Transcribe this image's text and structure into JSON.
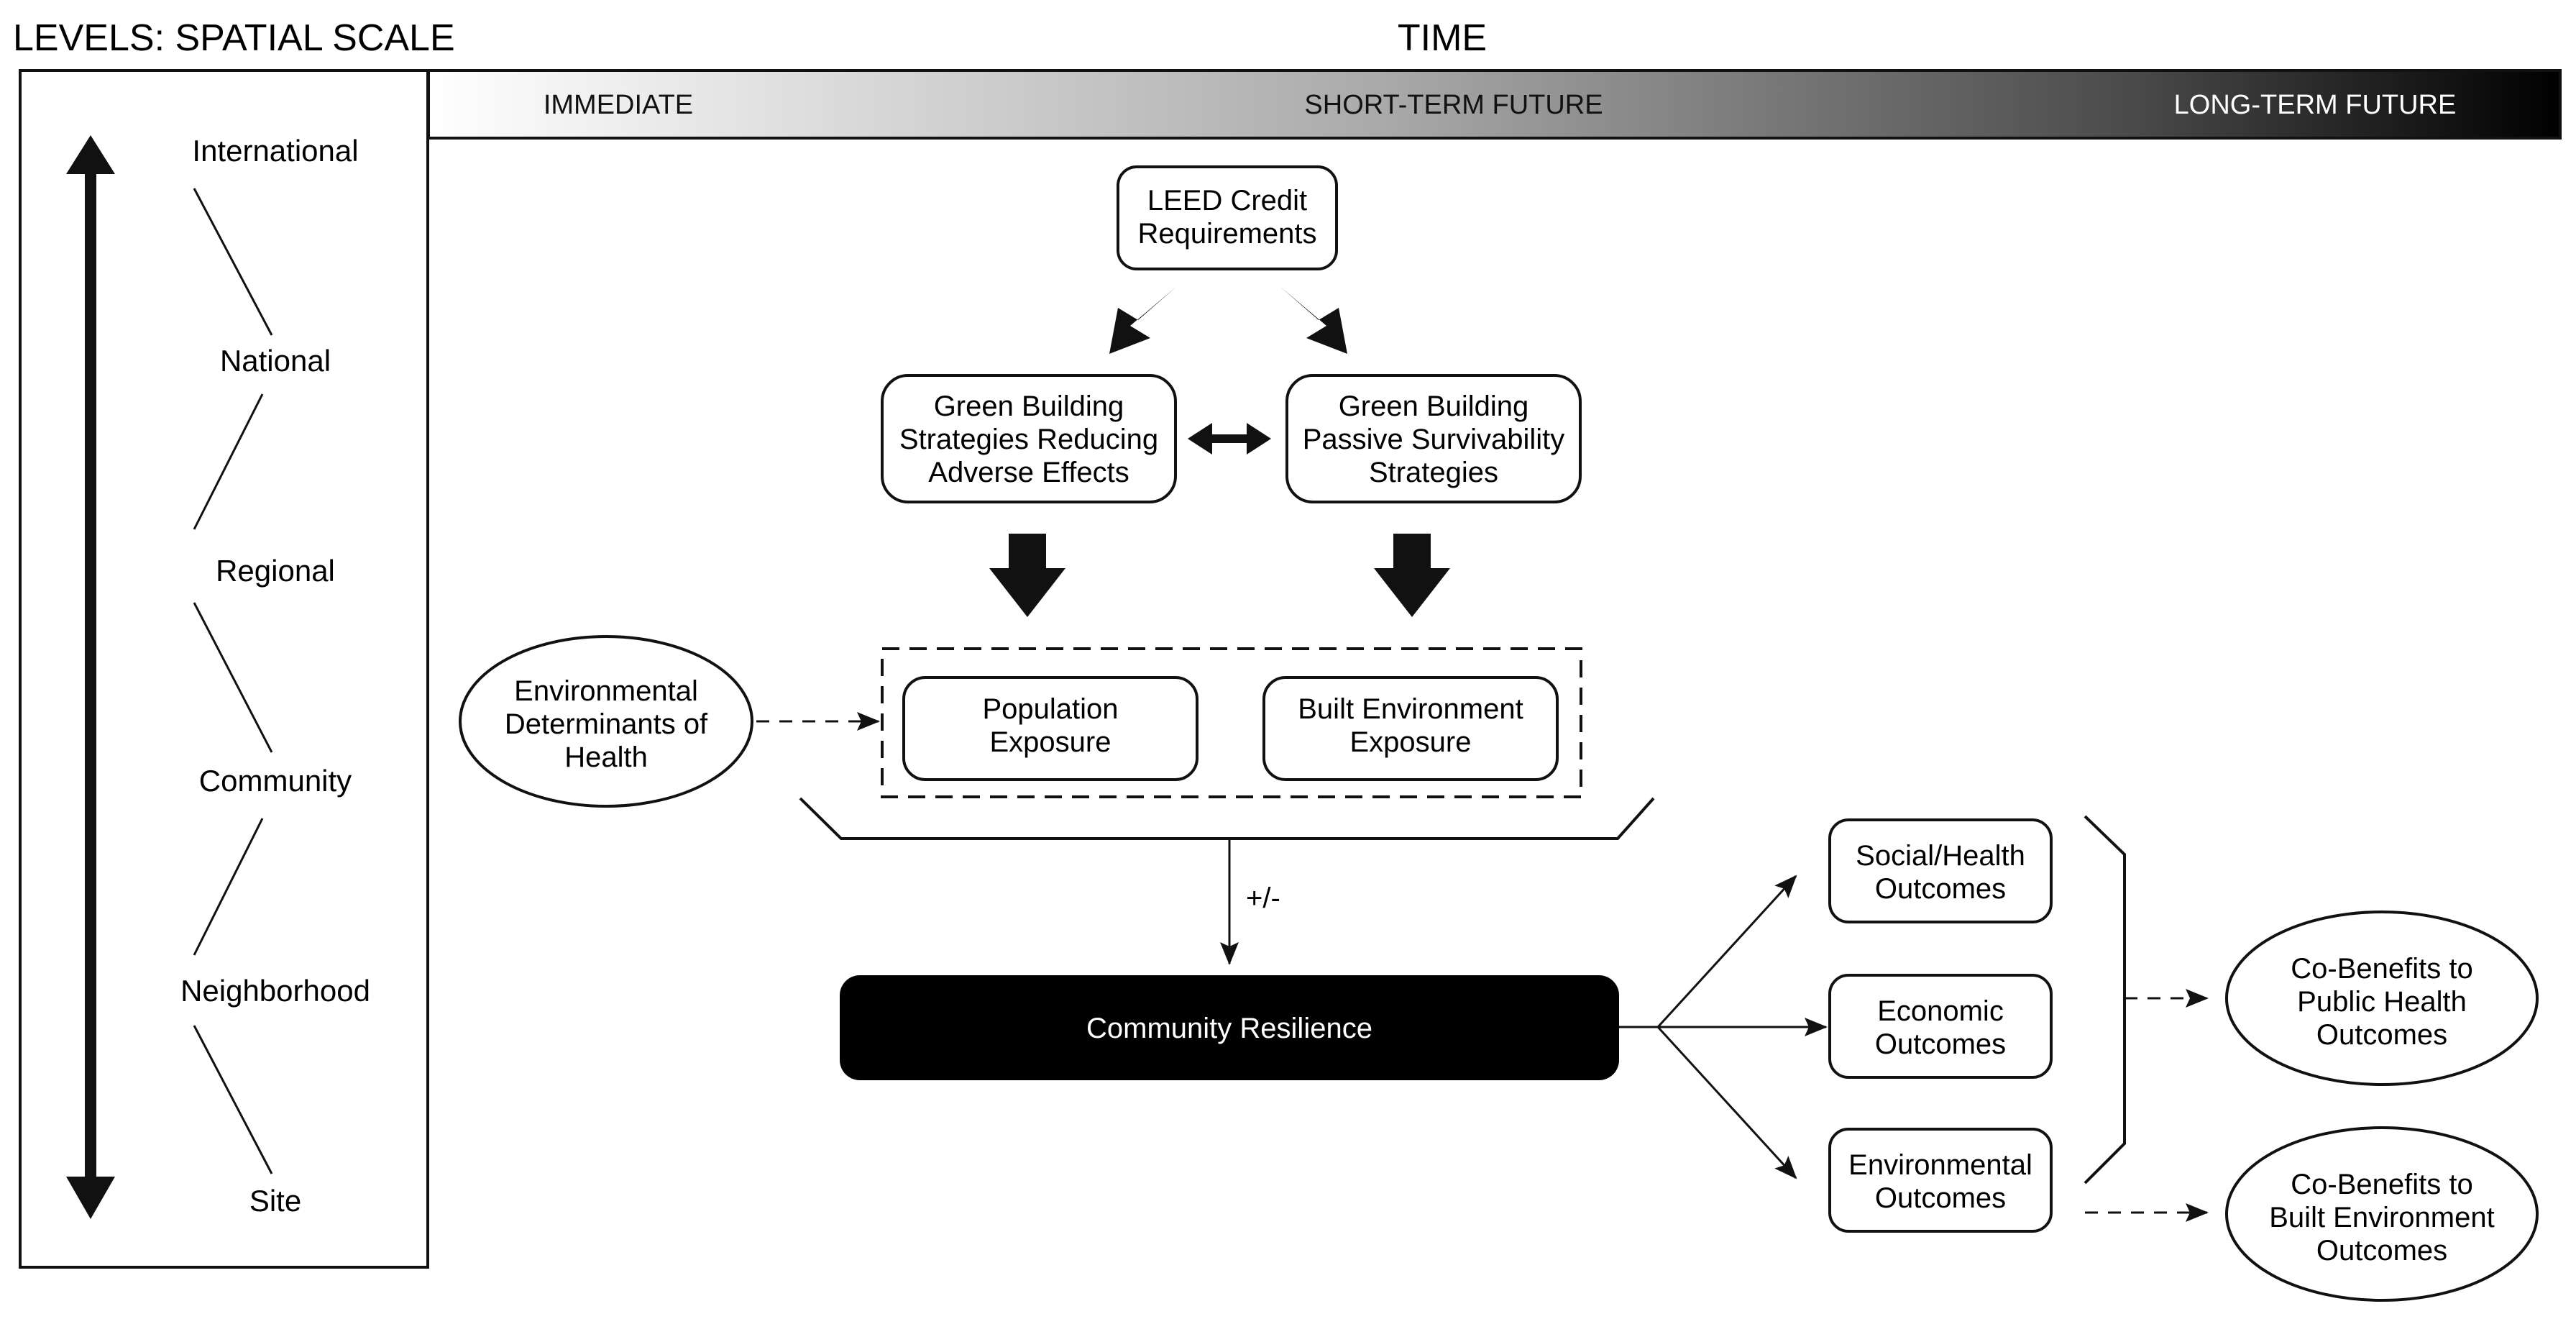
{
  "levels_panel": {
    "title": "LEVELS: SPATIAL SCALE",
    "levels": [
      "International",
      "National",
      "Regional",
      "Community",
      "Neighborhood",
      "Site"
    ]
  },
  "time_header": {
    "title": "TIME",
    "labels": [
      "IMMEDIATE",
      "SHORT-TERM FUTURE",
      "LONG-TERM FUTURE"
    ]
  },
  "nodes": {
    "leed": [
      "LEED Credit",
      "Requirements"
    ],
    "gb_reducing": [
      "Green Building",
      "Strategies Reducing",
      "Adverse Effects"
    ],
    "gb_passive": [
      "Green Building",
      "Passive Survivability",
      "Strategies"
    ],
    "env_determinants": [
      "Environmental",
      "Determinants of",
      "Health"
    ],
    "population_exposure": [
      "Population",
      "Exposure"
    ],
    "built_env_exposure": [
      "Built Environment",
      "Exposure"
    ],
    "community_resilience": "Community Resilience",
    "social_health": [
      "Social/Health",
      "Outcomes"
    ],
    "economic": [
      "Economic",
      "Outcomes"
    ],
    "environmental": [
      "Environmental",
      "Outcomes"
    ],
    "cobenefits_public": [
      "Co-Benefits to",
      "Public Health",
      "Outcomes"
    ],
    "cobenefits_built": [
      "Co-Benefits to",
      "Built Environment",
      "Outcomes"
    ]
  },
  "edge_label": "+/-",
  "colors": {
    "ink": "#111111",
    "fill": "#ffffff",
    "dark": "#000000",
    "text_light": "#ffffff"
  }
}
